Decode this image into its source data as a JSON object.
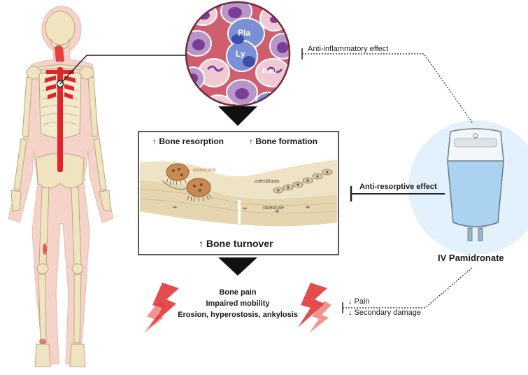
{
  "cells": {
    "plasma_label": "Pla",
    "lymphocyte_label": "Ly",
    "neutrophil_label": "Neu"
  },
  "box": {
    "bone_resorption": "↑ Bone resorption",
    "bone_formation": "↑ Bone formation",
    "osteoclast_label": "osteoclast",
    "osteoblasts_label": "osteoblasts",
    "osteocyte_label": "osteocyte",
    "bone_turnover": "↑ Bone turnover"
  },
  "effects": {
    "anti_inflammatory": "Anti-inflammatory effect",
    "anti_resorptive": "Anti-resorptive effect"
  },
  "drug": {
    "name": "IV Pamidronate"
  },
  "symptoms": {
    "line1": "Bone pain",
    "line2": "Impaired mobility",
    "line3": "Erosion, hyperostosis, ankylosis"
  },
  "outcomes": {
    "pain": "↓ Pain",
    "secondary_damage": "↓ Secondary damage"
  },
  "colors": {
    "inflammation_red": "#e0242b",
    "bolt_red": "#e23a3a",
    "osteoclast_brown": "#b8733a",
    "bag_fluid": "#a9d3f0",
    "bag_halo": "#e2f1fb"
  }
}
